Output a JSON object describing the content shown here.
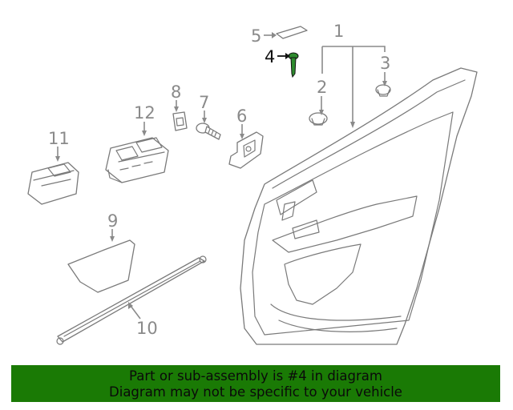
{
  "callouts": {
    "c1": "1",
    "c2": "2",
    "c3": "3",
    "c4": "4",
    "c5": "5",
    "c6": "6",
    "c7": "7",
    "c8": "8",
    "c9": "9",
    "c10": "10",
    "c11": "11",
    "c12": "12"
  },
  "highlighted_part": "4",
  "colors": {
    "banner_bg": "#1a7a05",
    "highlight_part": "#2e8b2e",
    "line_art": "#7a7a7a",
    "callout_text": "#8a8a8a"
  },
  "banner": {
    "line1": "Part or sub-assembly is #4 in diagram",
    "line2": "Diagram may not be specific to your vehicle"
  }
}
